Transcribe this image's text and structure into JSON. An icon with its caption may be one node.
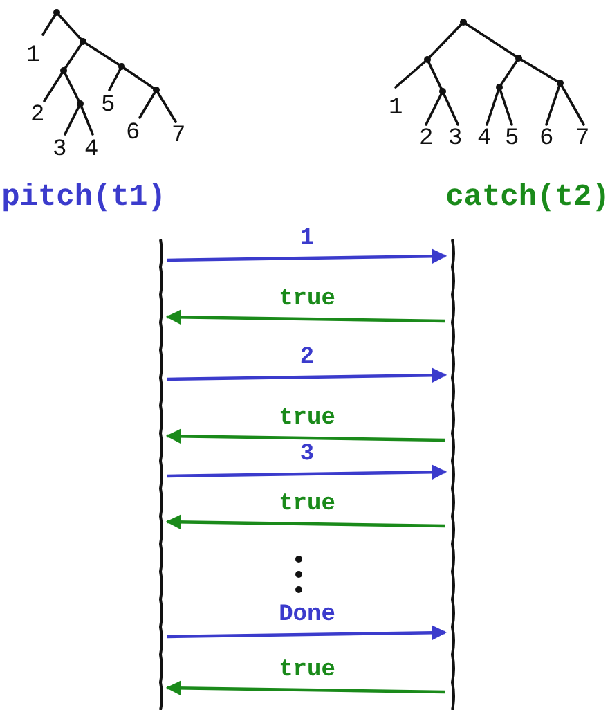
{
  "diagram": {
    "nodes": [
      {
        "text": [
          "pitch(t1)"
        ]
      },
      {
        "text": [
          "catch(t2)"
        ]
      }
    ],
    "edges": [
      {
        "from": 0,
        "to": 1,
        "arrow": "to",
        "label": "1",
        "color": "#3b3bcc"
      },
      {
        "from": 1,
        "to": 0,
        "arrow": "to",
        "label": "true",
        "color": "#1a8a1a"
      },
      {
        "from": 0,
        "to": 1,
        "arrow": "to",
        "label": "2",
        "color": "#3b3bcc"
      },
      {
        "from": 1,
        "to": 0,
        "arrow": "to",
        "label": "true",
        "color": "#1a8a1a"
      },
      {
        "from": 0,
        "to": 1,
        "arrow": "to",
        "label": "3",
        "color": "#3b3bcc"
      },
      {
        "from": 1,
        "to": 0,
        "arrow": "to",
        "label": "true",
        "color": "#1a8a1a"
      },
      {
        "from": 0,
        "to": 1,
        "arrow": "to",
        "label": "Done",
        "color": "#3b3bcc"
      },
      {
        "from": 1,
        "to": 0,
        "arrow": "to",
        "label": "true",
        "color": "#1a8a1a"
      }
    ],
    "labels": [
      "1",
      "2",
      "3",
      "4",
      "5",
      "6",
      "7",
      "1",
      "2",
      "3",
      "4",
      "5",
      "6",
      "7"
    ]
  }
}
